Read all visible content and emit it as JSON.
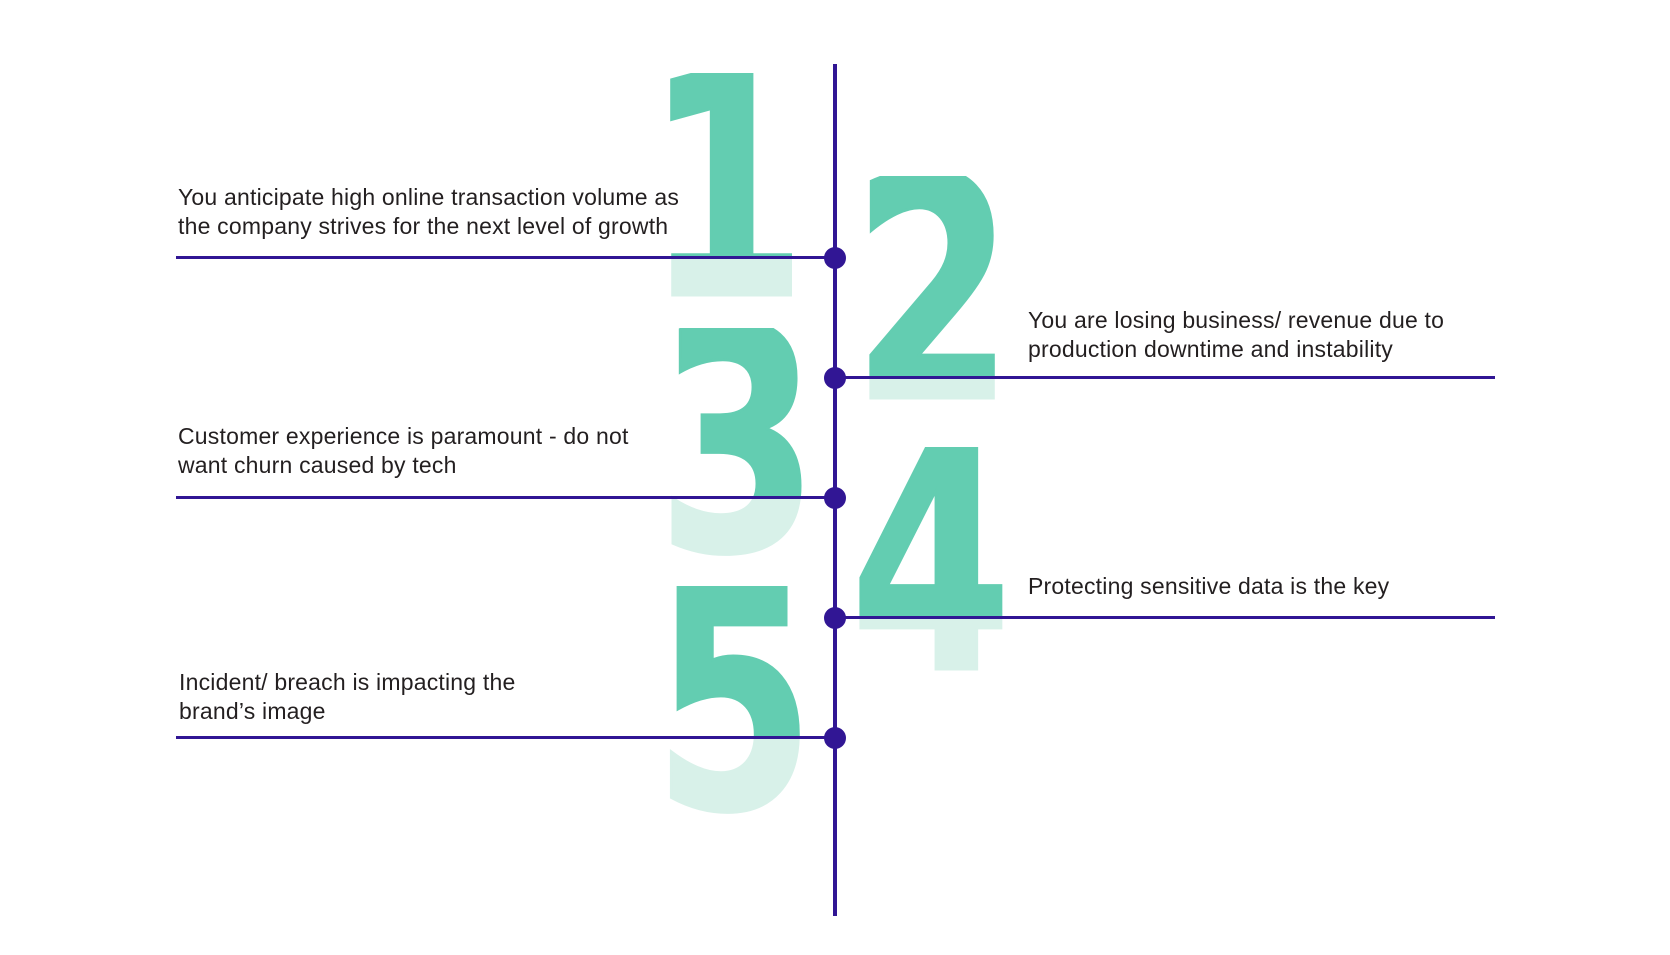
{
  "diagram": {
    "colors": {
      "accent_teal": "#63CDB1",
      "accent_teal_pale": "#D8F1E9",
      "line_indigo": "#311694",
      "text": "#231F20"
    },
    "items": [
      {
        "number": "1",
        "side": "left",
        "label": "You anticipate high online transaction volume as\nthe company strives for the next level of growth"
      },
      {
        "number": "2",
        "side": "right",
        "label": "You are losing business/ revenue due to\nproduction downtime and instability"
      },
      {
        "number": "3",
        "side": "left",
        "label": "Customer experience is paramount - do not\nwant churn caused by tech"
      },
      {
        "number": "4",
        "side": "right",
        "label": "Protecting sensitive data is the key"
      },
      {
        "number": "5",
        "side": "left",
        "label": "Incident/ breach is impacting the\nbrand’s image"
      }
    ]
  }
}
